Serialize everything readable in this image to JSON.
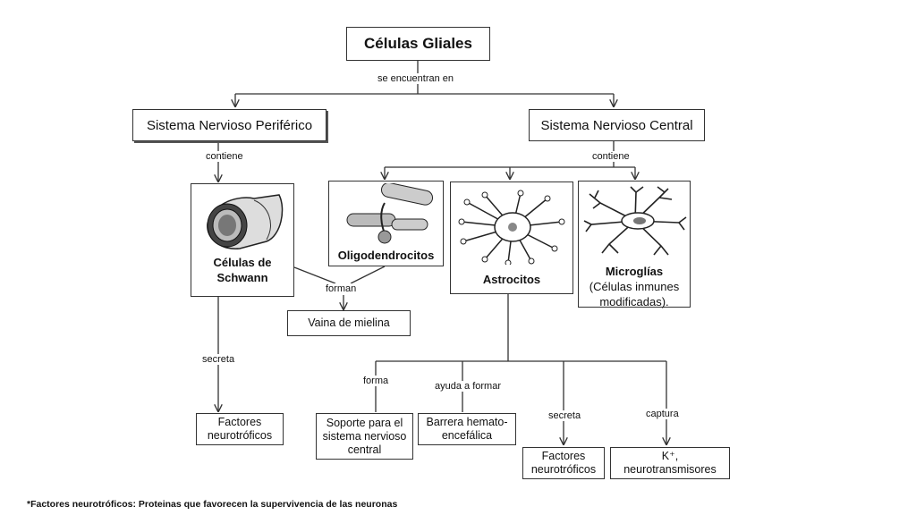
{
  "title": "Células Gliales",
  "link_se_encuentran": "se encuentran en",
  "snp": "Sistema Nervioso Periférico",
  "snc": "Sistema Nervioso Central",
  "link_contiene_left": "contiene",
  "link_contiene_right": "contiene",
  "schwann_line1": "Células de",
  "schwann_line2": "Schwann",
  "oligo": "Oligodendrocitos",
  "astro": "Astrocitos",
  "micro_line1": "Microglías",
  "micro_line2": "(Células inmunes",
  "micro_line3": "modificadas).",
  "link_forman": "forman",
  "vaina": "Vaina de mielina",
  "link_secreta_left": "secreta",
  "factores_left_1": "Factores",
  "factores_left_2": "neurotróficos",
  "link_forma": "forma",
  "soporte_1": "Soporte para el",
  "soporte_2": "sistema nervioso",
  "soporte_3": "central",
  "link_ayuda": "ayuda a formar",
  "barrera_1": "Barrera hemato-",
  "barrera_2": "encefálica",
  "link_secreta_right": "secreta",
  "factores_right_1": "Factores",
  "factores_right_2": "neurotróficos",
  "link_captura": "captura",
  "kplus_1": "K⁺,",
  "kplus_2": "neurotransmisores",
  "footnote": "*Factores neurotróficos: Proteinas que favorecen la supervivencia de las neuronas",
  "colors": {
    "line": "#333333",
    "box_border": "#333333",
    "text": "#111111"
  }
}
